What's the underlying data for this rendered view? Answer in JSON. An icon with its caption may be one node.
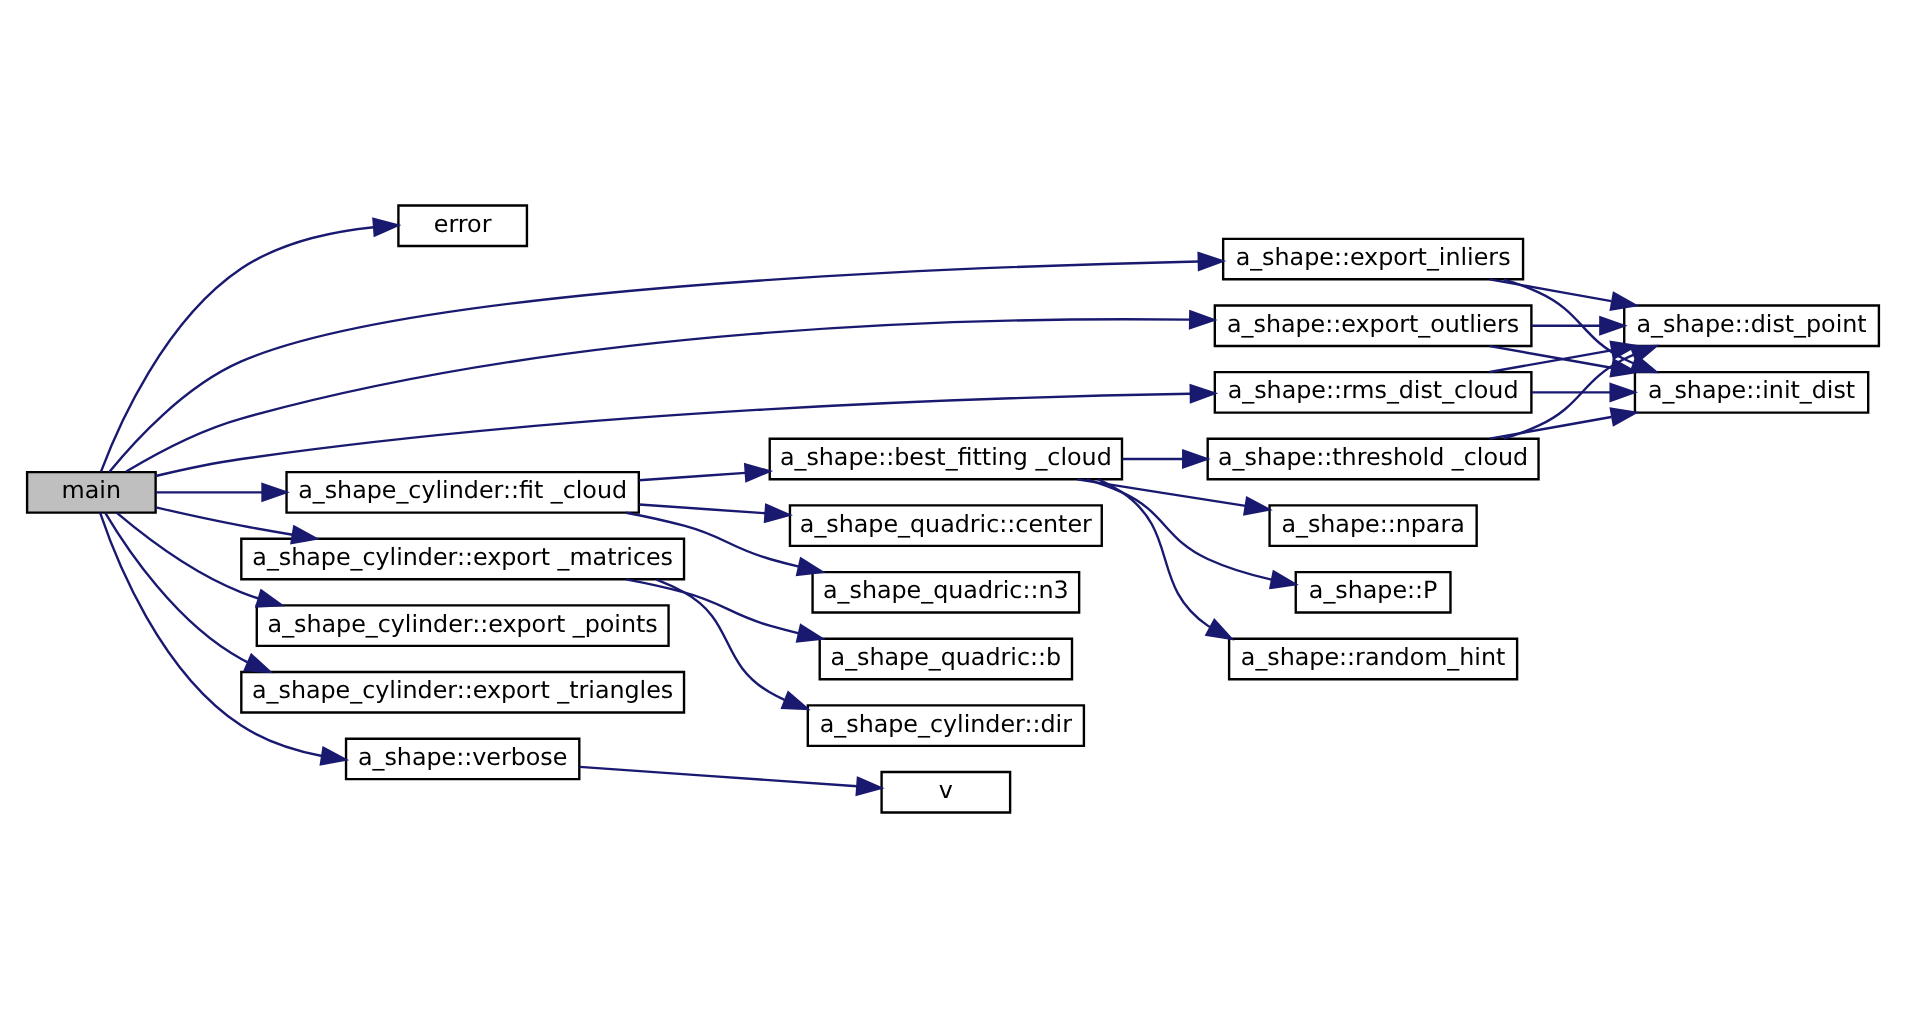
{
  "diagram": {
    "nodes": [
      {
        "text": [
          "main"
        ]
      },
      {
        "text": [
          "error"
        ]
      },
      {
        "text": [
          "a_shape::export_inliers"
        ]
      },
      {
        "text": [
          "a_shape::export_outliers"
        ]
      },
      {
        "text": [
          "a_shape::rms_dist_cloud"
        ]
      },
      {
        "text": [
          "a_shape_cylinder::fit _cloud"
        ]
      },
      {
        "text": [
          "a_shape_cylinder::export _matrices"
        ]
      },
      {
        "text": [
          "a_shape_cylinder::export _points"
        ]
      },
      {
        "text": [
          "a_shape_cylinder::export _triangles"
        ]
      },
      {
        "text": [
          "a_shape::verbose"
        ]
      },
      {
        "text": [
          "a_shape::dist_point"
        ]
      },
      {
        "text": [
          "a_shape::init_dist"
        ]
      },
      {
        "text": [
          "a_shape::best_fitting _cloud"
        ]
      },
      {
        "text": [
          "a_shape_quadric::center"
        ]
      },
      {
        "text": [
          "a_shape_quadric::n3"
        ]
      },
      {
        "text": [
          "a_shape::threshold _cloud"
        ]
      },
      {
        "text": [
          "a_shape::npara"
        ]
      },
      {
        "text": [
          "a_shape::P"
        ]
      },
      {
        "text": [
          "a_shape::random_hint"
        ]
      },
      {
        "text": [
          "a_shape_cylinder::dir"
        ]
      },
      {
        "text": [
          "a_shape_quadric::b"
        ]
      },
      {
        "text": [
          "v"
        ]
      }
    ],
    "edges": [
      {
        "from": 0,
        "to": 1,
        "arrow": "to"
      },
      {
        "from": 0,
        "to": 2,
        "arrow": "to"
      },
      {
        "from": 0,
        "to": 3,
        "arrow": "to"
      },
      {
        "from": 0,
        "to": 4,
        "arrow": "to"
      },
      {
        "from": 0,
        "to": 5,
        "arrow": "to"
      },
      {
        "from": 0,
        "to": 6,
        "arrow": "to"
      },
      {
        "from": 0,
        "to": 7,
        "arrow": "to"
      },
      {
        "from": 0,
        "to": 8,
        "arrow": "to"
      },
      {
        "from": 0,
        "to": 9,
        "arrow": "to"
      },
      {
        "from": 2,
        "to": 10,
        "arrow": "to"
      },
      {
        "from": 2,
        "to": 11,
        "arrow": "to"
      },
      {
        "from": 3,
        "to": 10,
        "arrow": "to"
      },
      {
        "from": 3,
        "to": 11,
        "arrow": "to"
      },
      {
        "from": 4,
        "to": 10,
        "arrow": "to"
      },
      {
        "from": 4,
        "to": 11,
        "arrow": "to"
      },
      {
        "from": 5,
        "to": 12,
        "arrow": "to"
      },
      {
        "from": 5,
        "to": 13,
        "arrow": "to"
      },
      {
        "from": 5,
        "to": 14,
        "arrow": "to"
      },
      {
        "from": 12,
        "to": 15,
        "arrow": "to"
      },
      {
        "from": 12,
        "to": 16,
        "arrow": "to"
      },
      {
        "from": 12,
        "to": 17,
        "arrow": "to"
      },
      {
        "from": 12,
        "to": 18,
        "arrow": "to"
      },
      {
        "from": 15,
        "to": 10,
        "arrow": "to"
      },
      {
        "from": 15,
        "to": 11,
        "arrow": "to"
      },
      {
        "from": 6,
        "to": 19,
        "arrow": "to"
      },
      {
        "from": 6,
        "to": 20,
        "arrow": "to"
      },
      {
        "from": 9,
        "to": 21,
        "arrow": "to"
      }
    ]
  }
}
